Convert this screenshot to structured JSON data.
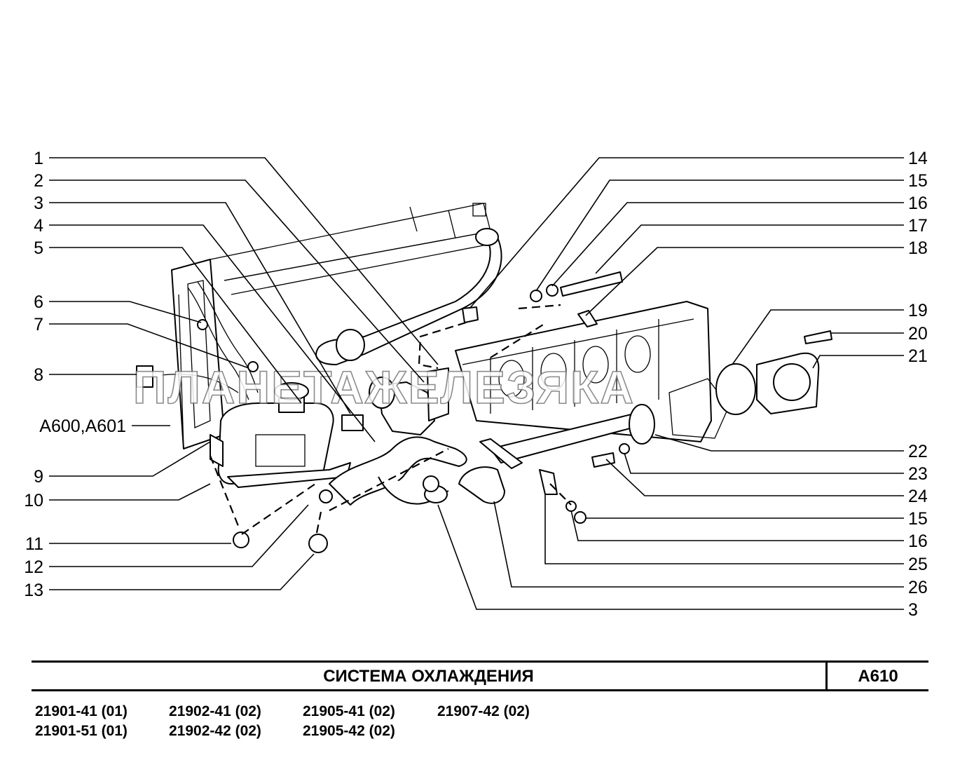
{
  "diagram": {
    "title": "СИСТЕМА  ОХЛАЖДЕНИЯ",
    "code": "A610",
    "watermark": "ПЛАНЕТАЖЕЛЕЗЯКА",
    "ref_label": "A600,A601",
    "left_labels": [
      "1",
      "2",
      "3",
      "4",
      "5",
      "6",
      "7",
      "8",
      "9",
      "10",
      "11",
      "12",
      "13"
    ],
    "right_labels": [
      "14",
      "15",
      "16",
      "17",
      "18",
      "19",
      "20",
      "21",
      "22",
      "23",
      "24",
      "15",
      "16",
      "25",
      "26",
      "3"
    ]
  },
  "models": {
    "col1": [
      "21901-41 (01)",
      "21901-51 (01)"
    ],
    "col2": [
      "21902-41 (02)",
      "21902-42 (02)"
    ],
    "col3": [
      "21905-41 (02)",
      "21905-42 (02)"
    ],
    "col4": [
      "21907-42 (02)"
    ]
  }
}
